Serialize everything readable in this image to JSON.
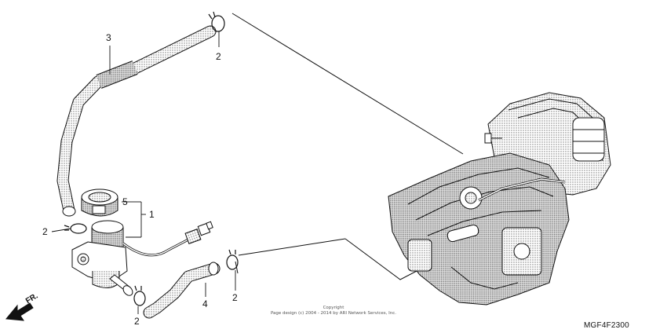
{
  "callouts": {
    "n1": "1",
    "n2_top": "2",
    "n2_left": "2",
    "n2_bottom": "2",
    "n2_right": "2",
    "n3": "3",
    "n4": "4",
    "n5": "5"
  },
  "direction_label": "FR.",
  "copyright": {
    "title": "Copyright",
    "line": "Page design (c) 2004 - 2014 by ARI Network Services, Inc."
  },
  "part_code": "MGF4F2300",
  "colors": {
    "line": "#111111",
    "shade": "#9a9a9a",
    "engine_fill": "#c9c9c9"
  }
}
